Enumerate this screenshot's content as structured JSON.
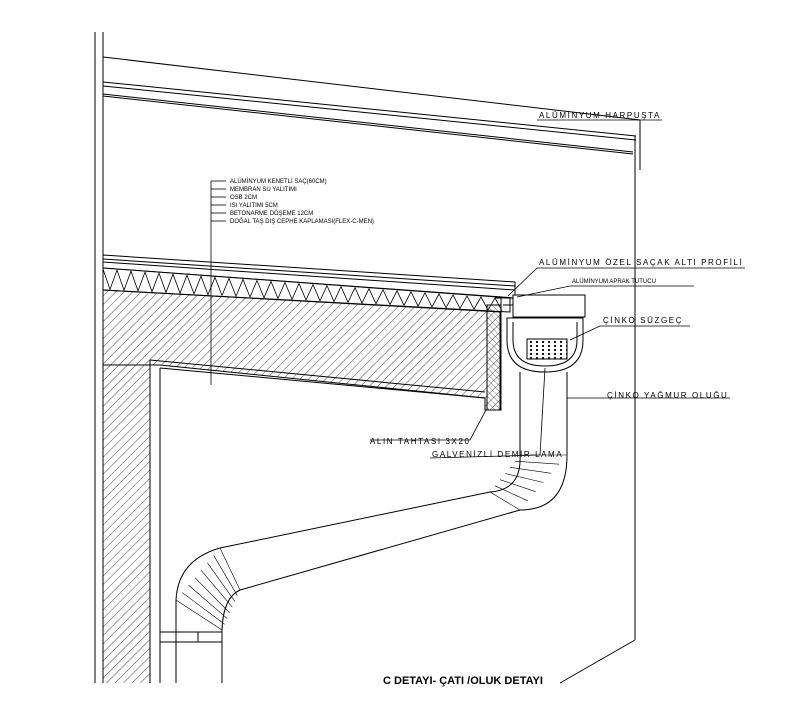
{
  "drawing": {
    "title": "C DETAYI- ÇATI  /OLUK DETAYI",
    "labels": {
      "fascia": "ALÜMİNYUM HARPUŞTA",
      "soffit_profile": "ALÜMİNYUM ÖZEL SAÇAK ALTI PROFİLİ",
      "gutter_bracket": "ALÜMİNYUM APRAK TUTUCU",
      "filter": "ÇİNKO SÜZGEÇ",
      "downpipe": "ÇİNKO YAĞMUR OLUĞU",
      "fascia_board": "ALIN TAHTASI 3X20",
      "galv_strip": "GALVENİZLİ DEMİR LAMA"
    },
    "layers": [
      "ALÜMİNYUM KENETLİ SAÇ(60CM)",
      "MEMBRAN SU YALITIMI",
      "OSB 2CM",
      "ISI YALITIMI 5CM",
      "BETONARME DÖŞEME  12CM",
      "DOĞAL TAŞ DIŞ CEPHE KAPLAMASI(FLEX-C-MEN)"
    ]
  }
}
